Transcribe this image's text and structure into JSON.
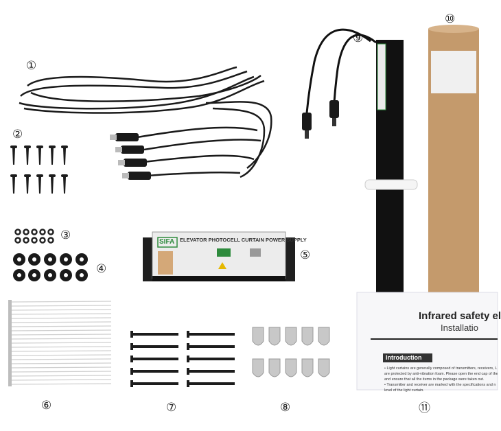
{
  "labels": [
    "①",
    "②",
    "③",
    "④",
    "⑤",
    "⑥",
    "⑦",
    "⑧",
    "⑨",
    "⑩",
    "⑪"
  ],
  "power_supply": {
    "brand": "SIFA",
    "title": "ELEVATOR PHOTOCELL CURTAIN POWER SUPPLY"
  },
  "manual": {
    "title": "Infrared safety ele",
    "subtitle": "Installatio",
    "section": "Introduction",
    "body": [
      "• Light curtains are generally composed of transmitters, receivers, L",
      "are protected by anti-vibration foam. Please open the end cap of the",
      "and ensure that all the items in the package were taken out.",
      "• Transmitter and receiver are marked with the specifications and n",
      "level of the light curtain."
    ]
  },
  "colors": {
    "cable": "#1a1a1a",
    "tube": "#c49a6c",
    "brand_green": "#2e8b3d",
    "screw": "#1c1c1c",
    "bracket": "#c8c8c8"
  },
  "icons": [
    "cable-coil-icon",
    "screw-icon",
    "washer-icon",
    "grommet-icon",
    "power-supply-icon",
    "cable-tie-icon",
    "bolt-icon",
    "bracket-icon",
    "light-curtain-icon",
    "packing-tube-icon",
    "manual-icon"
  ]
}
